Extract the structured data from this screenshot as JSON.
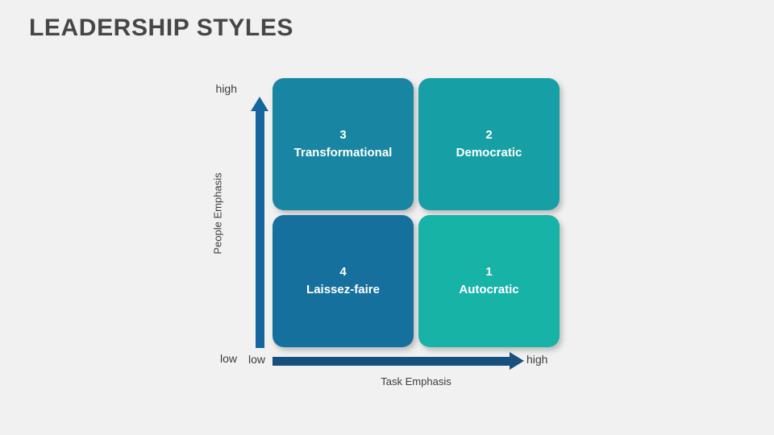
{
  "slide": {
    "title": "LEADERSHIP STYLES",
    "background_color": "#f1f1f1",
    "title_color": "#464646"
  },
  "chart_data": {
    "type": "matrix",
    "title": "LEADERSHIP STYLES",
    "xlabel": "Task Emphasis",
    "ylabel": "People Emphasis",
    "x_ticks": [
      "low",
      "high"
    ],
    "y_ticks": [
      "low",
      "high"
    ],
    "quadrants": [
      {
        "number": "3",
        "label": "Transformational",
        "x_level": "low",
        "y_level": "high",
        "color": "#1886a2",
        "text_color": "#ffffff"
      },
      {
        "number": "2",
        "label": "Democratic",
        "x_level": "high",
        "y_level": "high",
        "color": "#16a0a6",
        "text_color": "#ffffff"
      },
      {
        "number": "4",
        "label": "Laissez-faire",
        "x_level": "low",
        "y_level": "low",
        "color": "#16709e",
        "text_color": "#ffffff"
      },
      {
        "number": "1",
        "label": "Autocratic",
        "x_level": "high",
        "y_level": "low",
        "color": "#17b3a6",
        "text_color": "#ffffff"
      }
    ]
  },
  "axes": {
    "vertical": {
      "title": "People Emphasis",
      "high_label": "high",
      "low_label": "low",
      "arrow_color": "#16659f",
      "arrow_direction": "up"
    },
    "horizontal": {
      "title": "Task Emphasis",
      "high_label": "high",
      "low_label": "low",
      "arrow_color": "#17507d",
      "arrow_direction": "right"
    }
  }
}
